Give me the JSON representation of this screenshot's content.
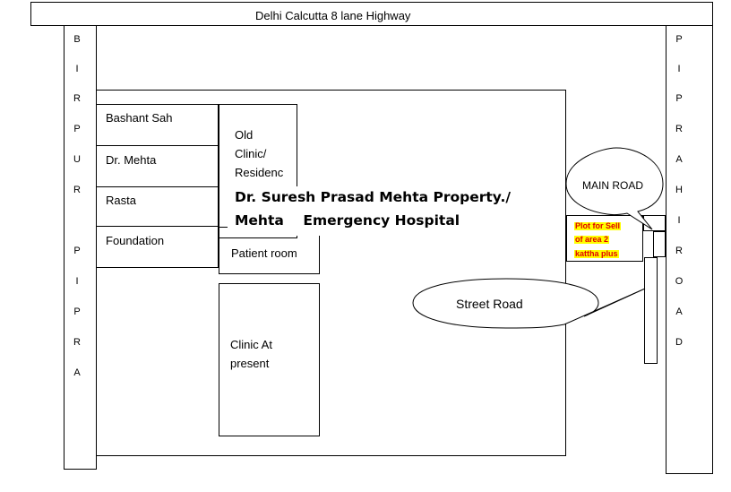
{
  "highway": {
    "label": "Delhi Calcutta 8 lane Highway"
  },
  "left_road": {
    "letters": [
      "B",
      "I",
      "R",
      "P",
      "U",
      "R",
      "P",
      "I",
      "P",
      "R",
      "A"
    ]
  },
  "right_road": {
    "letters": [
      "P",
      "I",
      "P",
      "R",
      "A",
      "H",
      "I",
      "R",
      "O",
      "A",
      "D"
    ]
  },
  "rows": {
    "bashant_sah": "Bashant Sah",
    "dr_mehta": "Dr. Mehta",
    "rasta": "Rasta",
    "foundation": "Foundation"
  },
  "old_clinic": {
    "line1": "Old",
    "line2": "Clinic/",
    "line3": "Residenc"
  },
  "patient_room": "Patient room",
  "clinic_present": {
    "line1": "Clinic At",
    "line2": "present"
  },
  "title": {
    "line1": "Dr. Suresh Prasad Mehta Property./",
    "line2": "Mehta    Emergency Hospital"
  },
  "plot": {
    "line1": "Plot for Sell",
    "line2": "of area 2",
    "line3": "kattha plus",
    "text_color": "#e00000",
    "highlight": "#ffff00"
  },
  "callouts": {
    "main_road": "MAIN ROAD",
    "street_road": "Street Road"
  }
}
